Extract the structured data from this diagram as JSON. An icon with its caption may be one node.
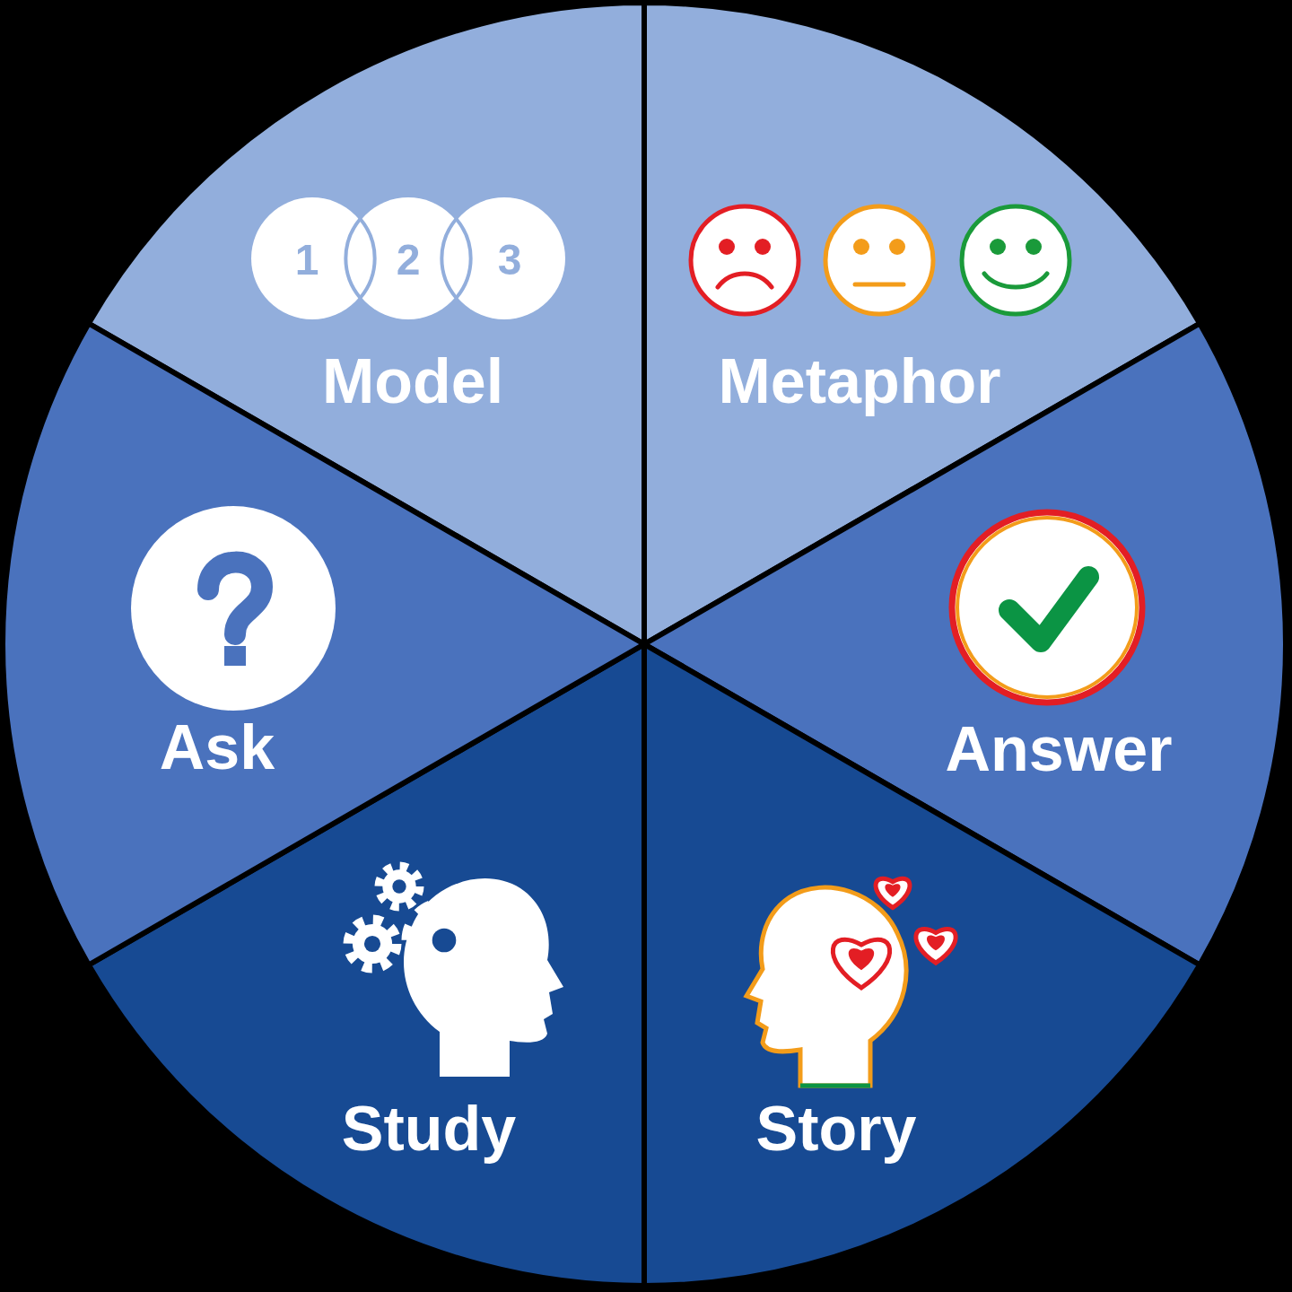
{
  "diagram": {
    "nodes": [
      {
        "text": [
          "Model"
        ]
      },
      {
        "text": [
          "Metaphor"
        ]
      },
      {
        "text": [
          "Answer"
        ]
      },
      {
        "text": [
          "Story"
        ]
      },
      {
        "text": [
          "Study"
        ]
      },
      {
        "text": [
          "Ask"
        ]
      }
    ],
    "labels": [
      "1",
      "2",
      "3"
    ]
  }
}
